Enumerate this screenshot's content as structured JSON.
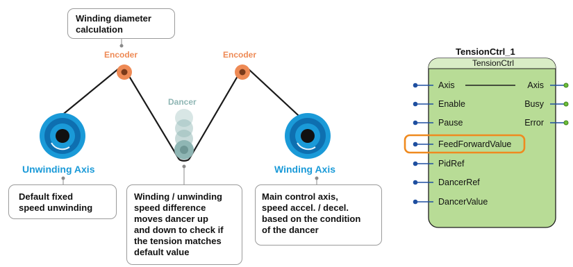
{
  "callouts": {
    "winding_diameter": [
      "Winding diameter",
      "calculation"
    ],
    "default_fixed": [
      "Default fixed",
      "speed unwinding"
    ],
    "speed_difference": [
      "Winding / unwinding",
      "speed difference",
      "moves dancer up",
      "and down to check if",
      "the tension matches",
      "default value"
    ],
    "main_control": [
      "Main control axis,",
      "speed accel. / decel.",
      "based on the condition",
      "of the dancer"
    ]
  },
  "labels": {
    "encoder_left": "Encoder",
    "encoder_right": "Encoder",
    "dancer": "Dancer",
    "unwinding_axis": "Unwinding Axis",
    "winding_axis": "Winding Axis"
  },
  "function_block": {
    "instance_name": "TensionCtrl_1",
    "type_name": "TensionCtrl",
    "inputs": [
      "Axis",
      "Enable",
      "Pause",
      "FeedForwardValue",
      "PidRef",
      "DancerRef",
      "DancerValue"
    ],
    "outputs": [
      "Axis",
      "Busy",
      "Error"
    ],
    "highlighted_input": "FeedForwardValue"
  },
  "colors": {
    "axis_blue": "#1a9ad8",
    "encoder_orange": "#ee8a55",
    "dancer_teal": "#8fb6b4",
    "block_fill": "#b8dc96",
    "block_header": "#d9ecc6",
    "highlight_orange": "#ef8a1f",
    "input_pin": "#1f4fa0",
    "output_pin": "#6cbf3a"
  }
}
